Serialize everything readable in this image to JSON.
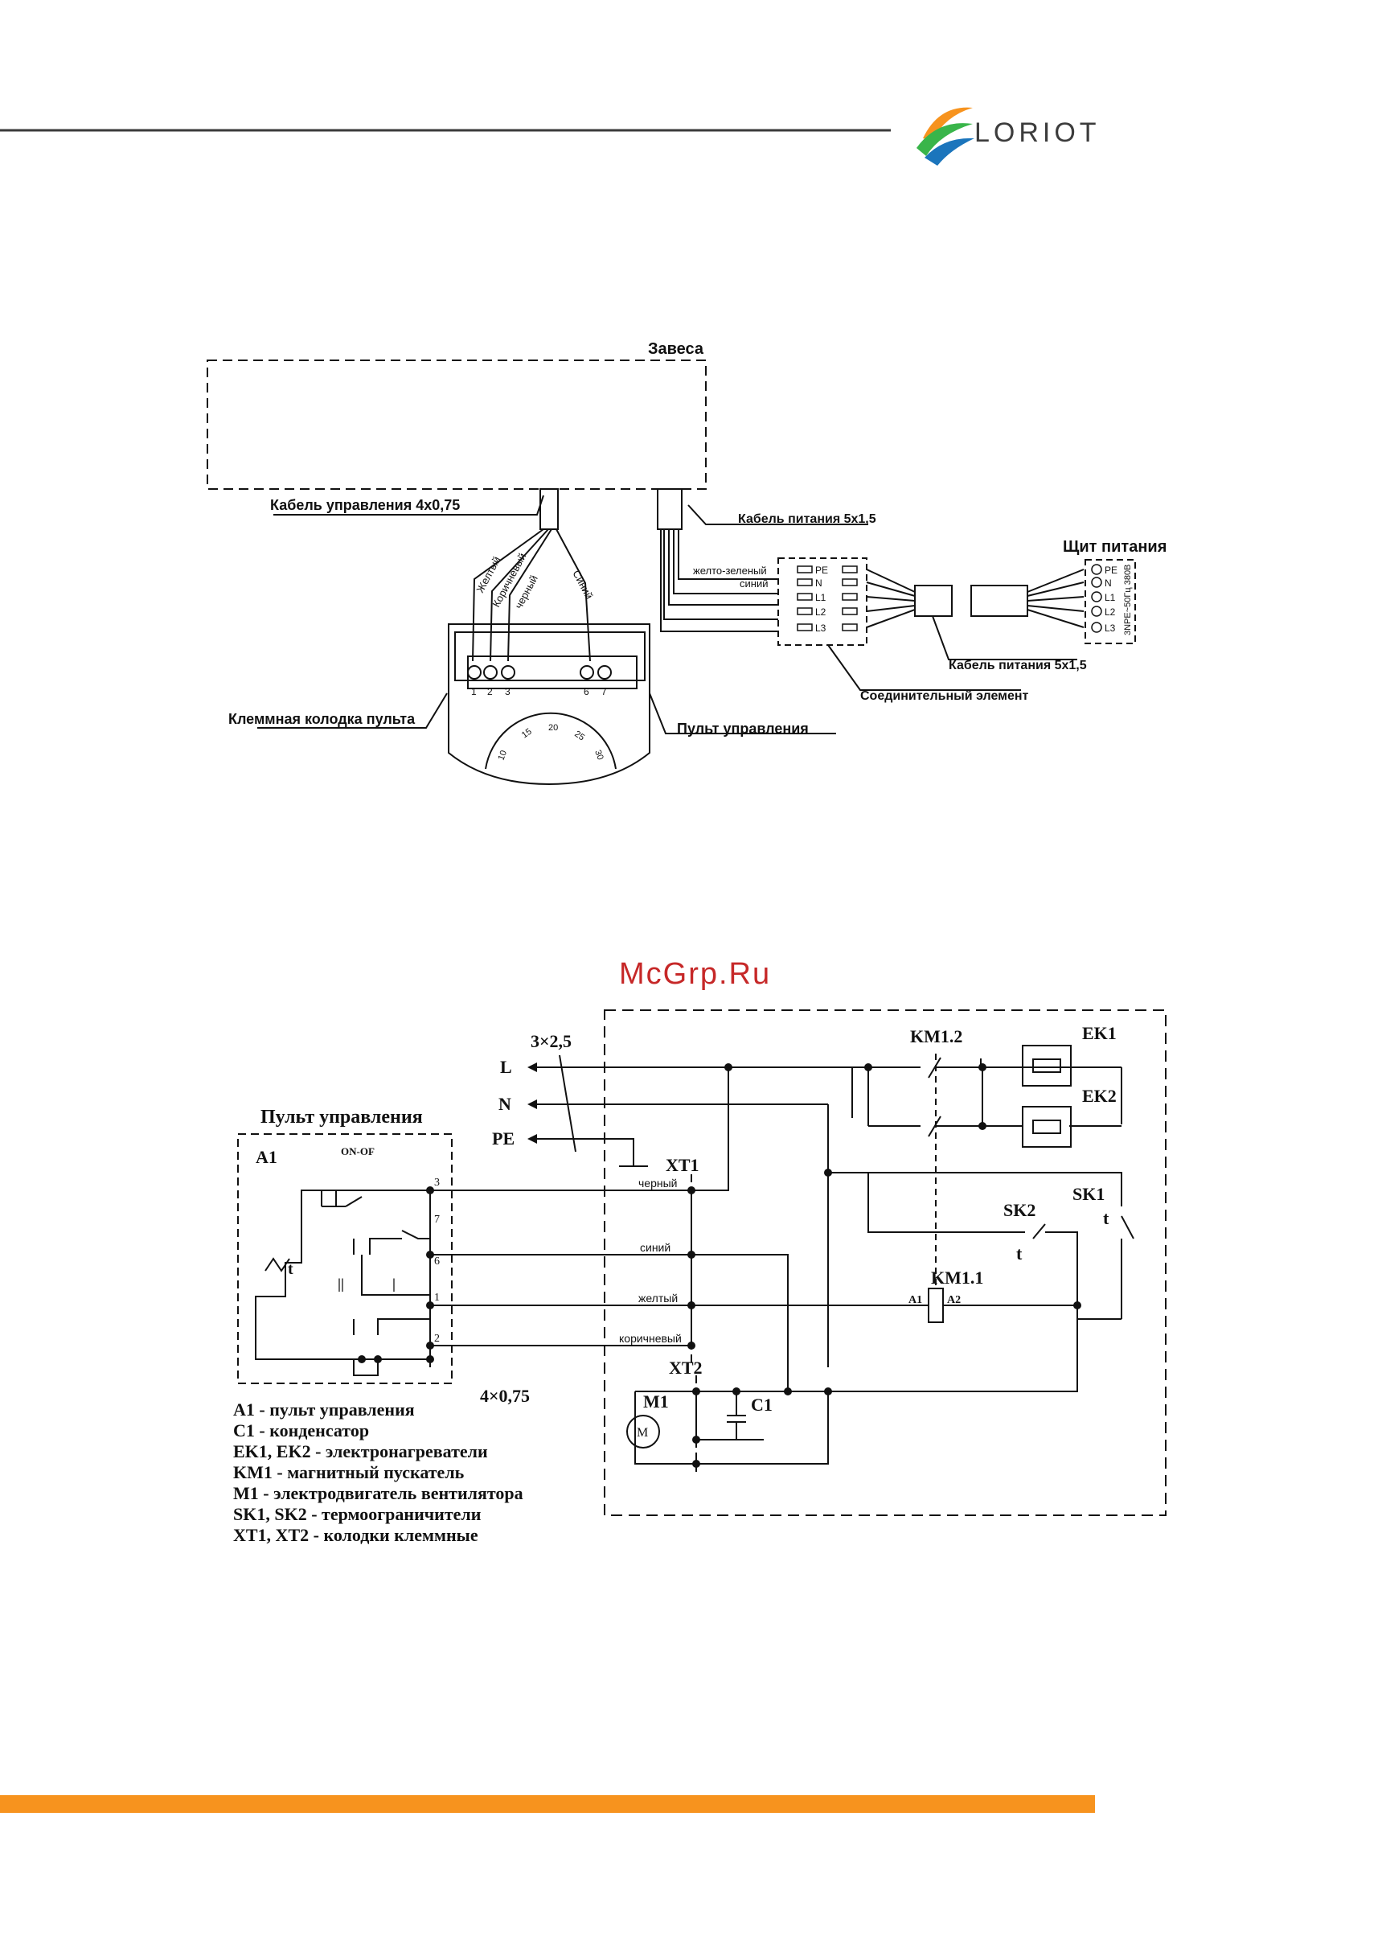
{
  "header": {
    "logo_text": "LORIOT",
    "colors": {
      "orange": "#F7931E",
      "green": "#39B54A",
      "blue": "#1B75BC",
      "gray": "#3C3C3C"
    }
  },
  "diagram1": {
    "curtain_label": "Завеса",
    "control_cable_label": "Кабель управления 4х0,75",
    "power_cable_label": "Кабель питания 5х1,5",
    "power_cable_label_2": "Кабель питания 5х1,5",
    "panel_label": "Щит питания",
    "panel_vertical": "3NPE~50Гц 380В",
    "connector_label": "Соединительный элемент",
    "terminal_block_label": "Клеммная колодка пульта",
    "remote_label": "Пульт управления",
    "wire_yellow": "Желтый",
    "wire_brown": "Коричневый",
    "wire_black": "черный",
    "wire_blue": "Синий",
    "wire_yg": "желто-зеленый",
    "wire_blue2": "синий",
    "terminals": [
      "PE",
      "N",
      "L1",
      "L2",
      "L3"
    ],
    "panel_terminals": [
      "PE",
      "N",
      "L1",
      "L2",
      "L3"
    ],
    "remote_terminals": [
      "1",
      "2",
      "3",
      "6",
      "7"
    ],
    "dial_ticks": [
      "10",
      "15",
      "20",
      "25",
      "30"
    ]
  },
  "watermark": "McGrp.Ru",
  "diagram2": {
    "cable_3": "3×2,5",
    "cable_4": "4×0,75",
    "L": "L",
    "N": "N",
    "PE": "PE",
    "remote_title": "Пульт управления",
    "A1": "A1",
    "on_off": "ON-OF",
    "xt1": "XT1",
    "xt2": "XT2",
    "km12": "KM1.2",
    "km11": "KM1.1",
    "ek1": "EK1",
    "ek2": "EK2",
    "sk1": "SK1",
    "sk2": "SK2",
    "t": "t",
    "m1": "M1",
    "c1": "C1",
    "a1_coil": "A1",
    "a2_coil": "A2",
    "wires": [
      "черный",
      "синий",
      "желтый",
      "коричневый"
    ],
    "term_nums": [
      "3",
      "7",
      "6",
      "1",
      "2"
    ],
    "roman": [
      "||",
      "|"
    ],
    "legend": [
      "A1 - пульт управления",
      "C1 - конденсатор",
      "EK1, EK2 - электронагреватели",
      "KM1 - магнитный пускатель",
      "M1 - электродвигатель вентилятора",
      "SK1, SK2 - термоограничители",
      "XT1, XT2 - колодки клеммные"
    ]
  }
}
